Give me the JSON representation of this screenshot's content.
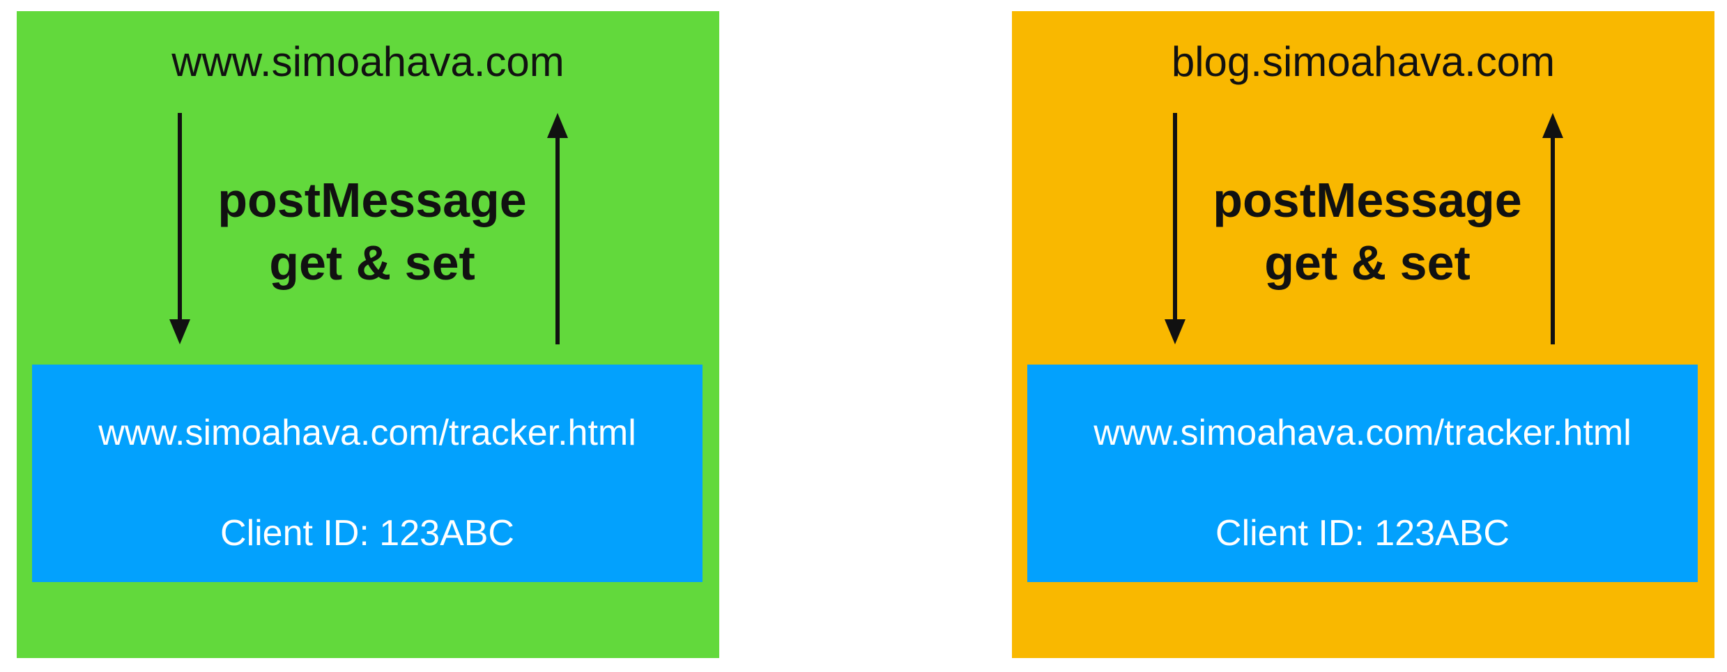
{
  "colors": {
    "left_panel": "#62d93c",
    "right_panel": "#f9b800",
    "iframe_box": "#03a1fd",
    "arrow": "#111111"
  },
  "panels": [
    {
      "domain": "www.simoahava.com",
      "message_line1": "postMessage",
      "message_line2": "get & set",
      "iframe_url": "www.simoahava.com/tracker.html",
      "client_id": "Client ID: 123ABC"
    },
    {
      "domain": "blog.simoahava.com",
      "message_line1": "postMessage",
      "message_line2": "get & set",
      "iframe_url": "www.simoahava.com/tracker.html",
      "client_id": "Client ID: 123ABC"
    }
  ]
}
